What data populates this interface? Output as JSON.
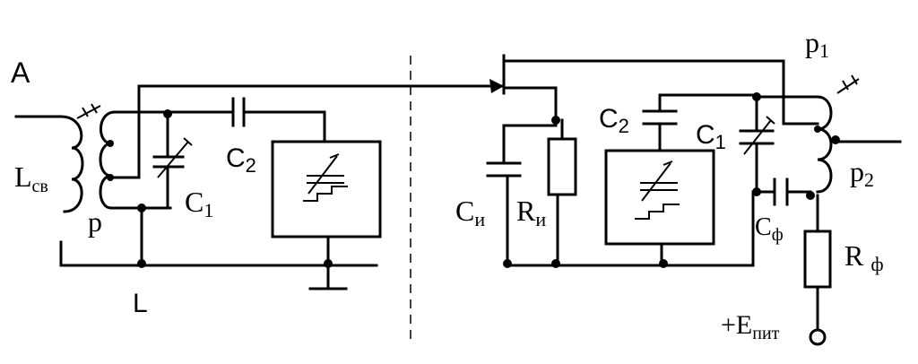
{
  "labels": {
    "antenna": "A",
    "coupling_coil_main": "L",
    "coupling_coil_sub": "св",
    "tap": "p",
    "c1_left_main": "C",
    "c1_left_sub": "1",
    "c2_left_main": "C",
    "c2_left_sub": "2",
    "coil_L": "L",
    "ci_main": "C",
    "ci_sub": "и",
    "ri_main": "R",
    "ri_sub": "и",
    "c2_right_main": "C",
    "c2_right_sub": "2",
    "c1_right_main": "C",
    "c1_right_sub": "1",
    "p1_main": "p",
    "p1_sub": "1",
    "p2_main": "p",
    "p2_sub": "2",
    "cf_main": "C",
    "cf_sub": "ф",
    "rf_main": "R",
    "rf_sub": "ф",
    "supply_main": "+E",
    "supply_sub": "пит"
  },
  "colors": {
    "ink": "#000000",
    "background": "#ffffff"
  }
}
